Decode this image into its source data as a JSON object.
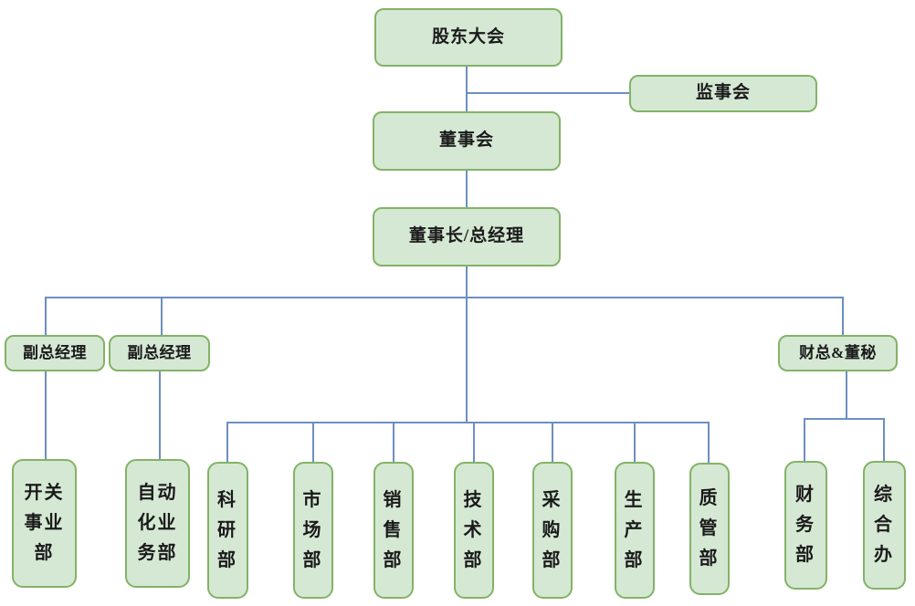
{
  "diagram": {
    "type": "org-chart",
    "style": {
      "node_fill": "#d5e8d4",
      "node_border": "#82b366",
      "connector_color": "#6d8fc0",
      "text_color": "#1a1a1a"
    },
    "nodes": {
      "shareholders_meeting": {
        "label": "股东大会"
      },
      "supervisory_board": {
        "label": "监事会"
      },
      "board_of_directors": {
        "label": "董事会"
      },
      "chairman_general_manager": {
        "label": "董事长/总经理"
      },
      "deputy_gm_1": {
        "label": "副总经理"
      },
      "deputy_gm_2": {
        "label": "副总经理"
      },
      "cfo_board_secretary": {
        "label": "财总&董秘"
      },
      "switch_business_division": {
        "label": "开关\n事业\n部"
      },
      "automation_business_division": {
        "label": "自动\n化业\n务部"
      },
      "research_dept": {
        "label": "科\n研\n部"
      },
      "marketing_dept": {
        "label": "市\n场\n部"
      },
      "sales_dept": {
        "label": "销\n售\n部"
      },
      "technology_dept": {
        "label": "技\n术\n部"
      },
      "purchasing_dept": {
        "label": "采\n购\n部"
      },
      "production_dept": {
        "label": "生\n产\n部"
      },
      "quality_dept": {
        "label": "质\n管\n部"
      },
      "finance_dept": {
        "label": "财\n务\n部"
      },
      "general_office": {
        "label": "综\n合\n办"
      }
    },
    "edges": [
      {
        "from": "股东大会",
        "to": "监事会"
      },
      {
        "from": "股东大会",
        "to": "董事会"
      },
      {
        "from": "董事会",
        "to": "董事长/总经理"
      },
      {
        "from": "董事长/总经理",
        "to": "副总经理"
      },
      {
        "from": "董事长/总经理",
        "to": "副总经理"
      },
      {
        "from": "董事长/总经理",
        "to": "财总&董秘"
      },
      {
        "from": "董事长/总经理",
        "to": "科研部"
      },
      {
        "from": "董事长/总经理",
        "to": "市场部"
      },
      {
        "from": "董事长/总经理",
        "to": "销售部"
      },
      {
        "from": "董事长/总经理",
        "to": "技术部"
      },
      {
        "from": "董事长/总经理",
        "to": "采购部"
      },
      {
        "from": "董事长/总经理",
        "to": "生产部"
      },
      {
        "from": "董事长/总经理",
        "to": "质管部"
      },
      {
        "from": "副总经理",
        "to": "开关事业部"
      },
      {
        "from": "副总经理",
        "to": "自动化业务部"
      },
      {
        "from": "财总&董秘",
        "to": "财务部"
      },
      {
        "from": "财总&董秘",
        "to": "综合办"
      }
    ]
  }
}
